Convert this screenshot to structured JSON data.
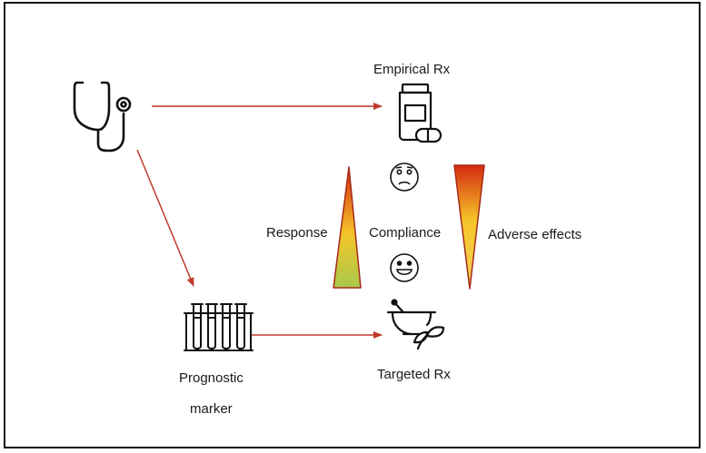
{
  "labels": {
    "empirical": "Empirical Rx",
    "targeted": "Targeted Rx",
    "prognostic_line1": "Prognostic",
    "prognostic_line2": "marker",
    "response": "Response",
    "compliance": "Compliance",
    "adverse": "Adverse effects"
  },
  "icons": [
    "stethoscope-icon",
    "pill-bottle-icon",
    "test-tubes-icon",
    "mortar-pestle-icon",
    "sad-face-icon",
    "happy-face-icon"
  ],
  "colors": {
    "arrow": "#c0392b",
    "triangle_outline": "#a52a1a",
    "gradient_red": "#d42a10",
    "gradient_yellow": "#f5c52a",
    "gradient_green": "#a8c84a"
  }
}
